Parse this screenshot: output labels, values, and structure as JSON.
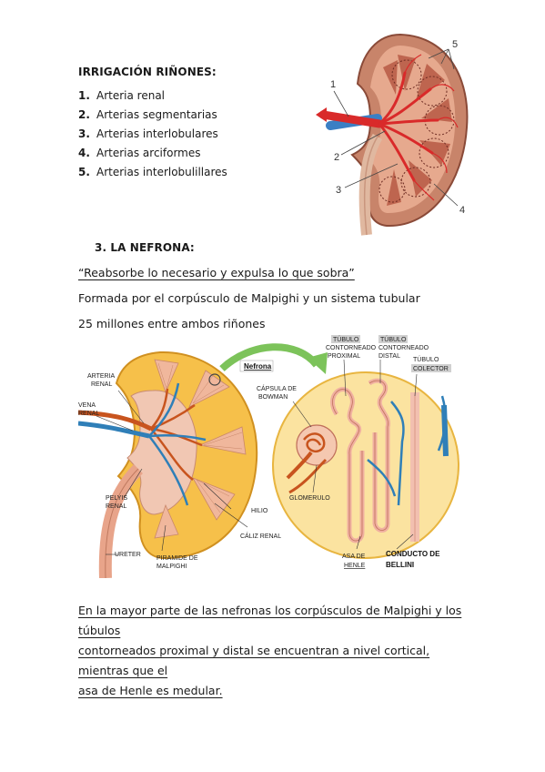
{
  "section1": {
    "title": "IRRIGACIÓN RIÑONES:",
    "items": [
      {
        "num": "1.",
        "text": "Arteria renal"
      },
      {
        "num": "2.",
        "text": "Arterias segmentarias"
      },
      {
        "num": "3.",
        "text": "Arterias interlobulares"
      },
      {
        "num": "4.",
        "text": "Arterias arciformes"
      },
      {
        "num": "5.",
        "text": "Arterias interlobulillares"
      }
    ]
  },
  "kidney_figure": {
    "labels": [
      "1",
      "2",
      "3",
      "4",
      "5"
    ]
  },
  "section2": {
    "title": "3.  LA NEFRONA:",
    "quote": "“Reabsorbe lo necesario y expulsa lo que sobra”",
    "line1": "Formada por el corpúsculo de Malpighi y un sistema tubular",
    "line2": "25 millones entre ambos riñones"
  },
  "nephron_figure": {
    "arteria": [
      "ARTERIA",
      "RENAL"
    ],
    "vena": [
      "VENA",
      "RENAL"
    ],
    "pelvis": [
      "PELYIS",
      "RENAL"
    ],
    "ureter": "URETER",
    "piramide": [
      "PIRAMIDE DE",
      "MALPIGHI"
    ],
    "hilio": "HILIO",
    "caliz": "CÁLIZ RENAL",
    "nefrona": "Nefrona",
    "capsula": [
      "CÁPSULA DE",
      "BOWMAN"
    ],
    "glomerulo": "GLOMERULO",
    "tubulo_proximal": [
      "TÚBULO",
      "CONTORNEADO",
      "PROXIMAL"
    ],
    "tubulo_distal": [
      "TÚBULO",
      "CONTORNEADO",
      "DISTAL"
    ],
    "tubulo_colector": [
      "TÚBULO",
      "COLECTOR"
    ],
    "asa": [
      "ASA DE",
      "HENLE"
    ],
    "conducto": [
      "CONDUCTO DE",
      "BELLINI"
    ]
  },
  "conclusion": {
    "lines": [
      "En la mayor parte de las nefronas los corpúsculos de Malpighi y los túbulos",
      "contorneados proximal y distal se encuentran a nivel cortical, mientras que el",
      "asa de Henle es medular."
    ]
  }
}
